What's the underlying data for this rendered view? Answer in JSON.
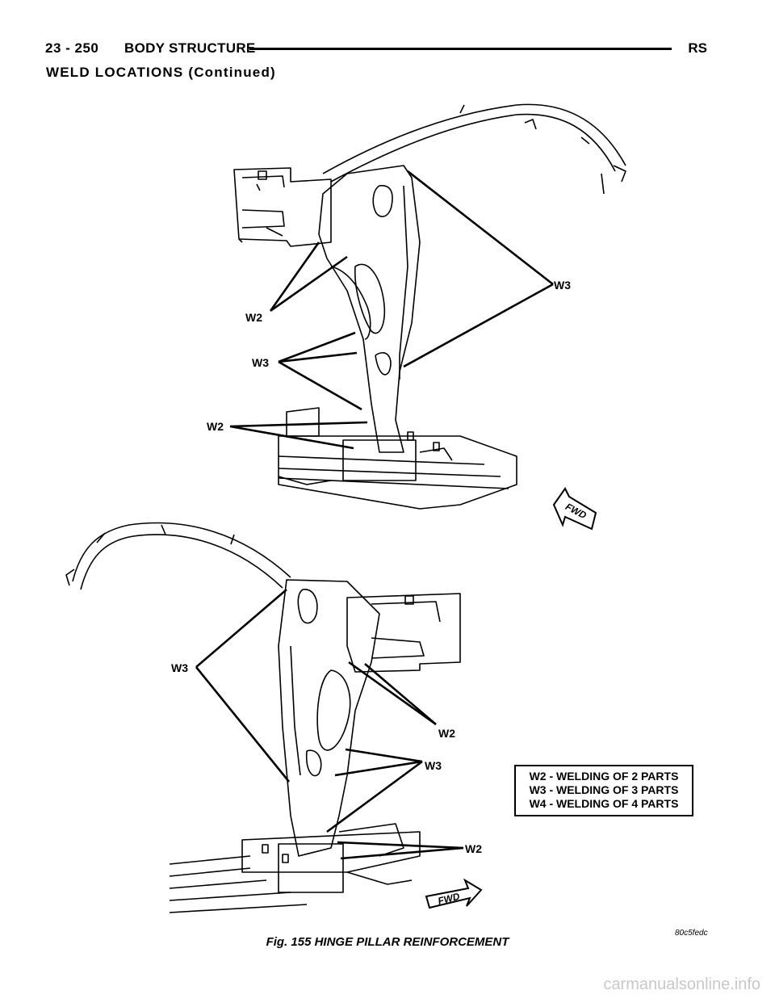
{
  "header": {
    "page_number": "23 - 250",
    "section": "BODY STRUCTURE",
    "code": "RS"
  },
  "subtitle": "WELD LOCATIONS (Continued)",
  "figure": {
    "upper_callouts": {
      "w2_upper": "W2",
      "w3_mid": "W3",
      "w2_lower": "W2",
      "w3_right": "W3",
      "fwd": "FWD"
    },
    "lower_callouts": {
      "w3_left": "W3",
      "w2_upper": "W2",
      "w3_mid": "W3",
      "w2_lower": "W2",
      "fwd": "FWD"
    },
    "legend": [
      "W2 - WELDING OF 2 PARTS",
      "W3 - WELDING OF 3 PARTS",
      "W4 - WELDING OF 4 PARTS"
    ],
    "figure_code": "80c5fedc",
    "caption": "Fig. 155 HINGE PILLAR REINFORCEMENT"
  },
  "watermark": "carmanualsonline.info"
}
